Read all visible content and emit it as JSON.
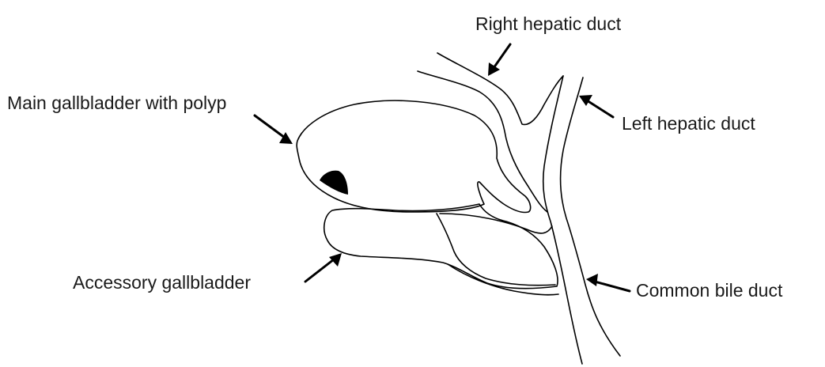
{
  "labels": {
    "right_hepatic_duct": "Right hepatic duct",
    "left_hepatic_duct": "Left hepatic duct",
    "main_gallbladder": "Main gallbladder with polyp",
    "accessory_gallbladder": "Accessory gallbladder",
    "common_bile_duct": "Common bile duct"
  },
  "colors": {
    "line": "#000000",
    "text": "#1a1a1a",
    "background": "#ffffff"
  }
}
